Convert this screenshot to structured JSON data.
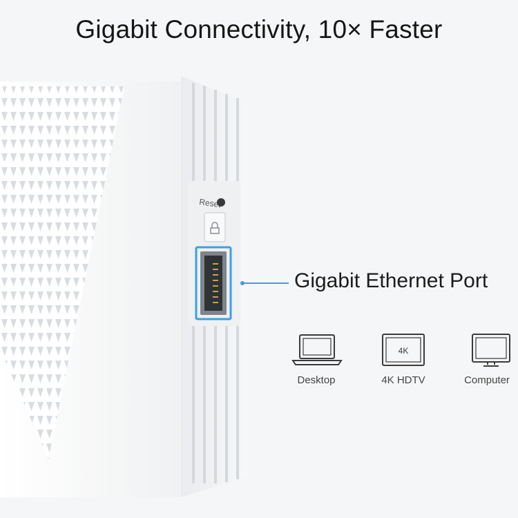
{
  "headline": "Gigabit Connectivity, 10× Faster",
  "device": {
    "reset_label": "Reset",
    "port_callout": "Gigabit Ethernet Port"
  },
  "devices": [
    {
      "label": "Desktop",
      "icon": "laptop-icon"
    },
    {
      "label": "4K HDTV",
      "icon": "tv-icon",
      "screen_text": "4K"
    },
    {
      "label": "Computer",
      "icon": "monitor-icon"
    }
  ],
  "colors": {
    "accent": "#3aa0e8",
    "device_white": "#ffffff",
    "background": "#f5f6f7"
  }
}
